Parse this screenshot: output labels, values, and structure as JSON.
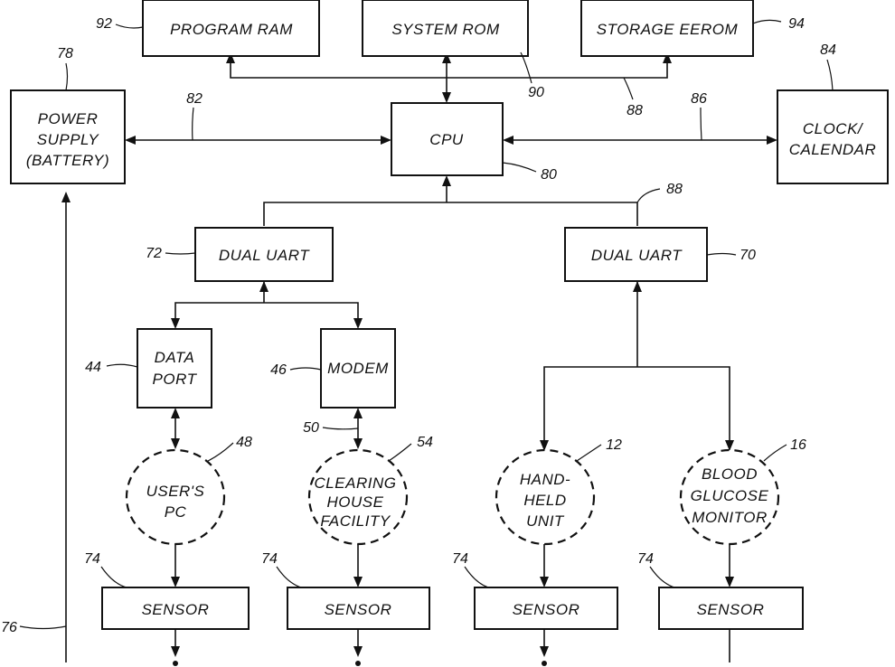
{
  "blocks": {
    "program_ram": "PROGRAM RAM",
    "system_rom": "SYSTEM ROM",
    "storage_eerom": "STORAGE EEROM",
    "power_supply": [
      "POWER",
      "SUPPLY",
      "(BATTERY)"
    ],
    "cpu": "CPU",
    "clock_calendar": [
      "CLOCK/",
      "CALENDAR"
    ],
    "dual_uart_left": "DUAL UART",
    "dual_uart_right": "DUAL UART",
    "data_port": [
      "DATA",
      "PORT"
    ],
    "modem": "MODEM",
    "users_pc": [
      "USER'S",
      "PC"
    ],
    "clearing_house": [
      "CLEARING",
      "HOUSE",
      "FACILITY"
    ],
    "hand_held_unit": [
      "HAND-",
      "HELD",
      "UNIT"
    ],
    "blood_glucose_monitor": [
      "BLOOD",
      "GLUCOSE",
      "MONITOR"
    ],
    "sensor": "SENSOR"
  },
  "refs": {
    "program_ram": "92",
    "storage_eerom": "94",
    "power_supply": "78",
    "clock_calendar": "84",
    "bus_power": "82",
    "bus_clock": "86",
    "system_rom_bus": "90",
    "memory_bus": "88",
    "cpu": "80",
    "uart_bus": "88",
    "dual_uart_left": "72",
    "dual_uart_right": "70",
    "data_port": "44",
    "modem": "46",
    "modem_link": "50",
    "users_pc": "48",
    "clearing_house": "54",
    "hand_held_unit": "12",
    "blood_glucose_monitor": "16",
    "sensor": "74",
    "power_line": "76"
  },
  "colors": {
    "ink": "#111111",
    "paper": "#ffffff"
  }
}
